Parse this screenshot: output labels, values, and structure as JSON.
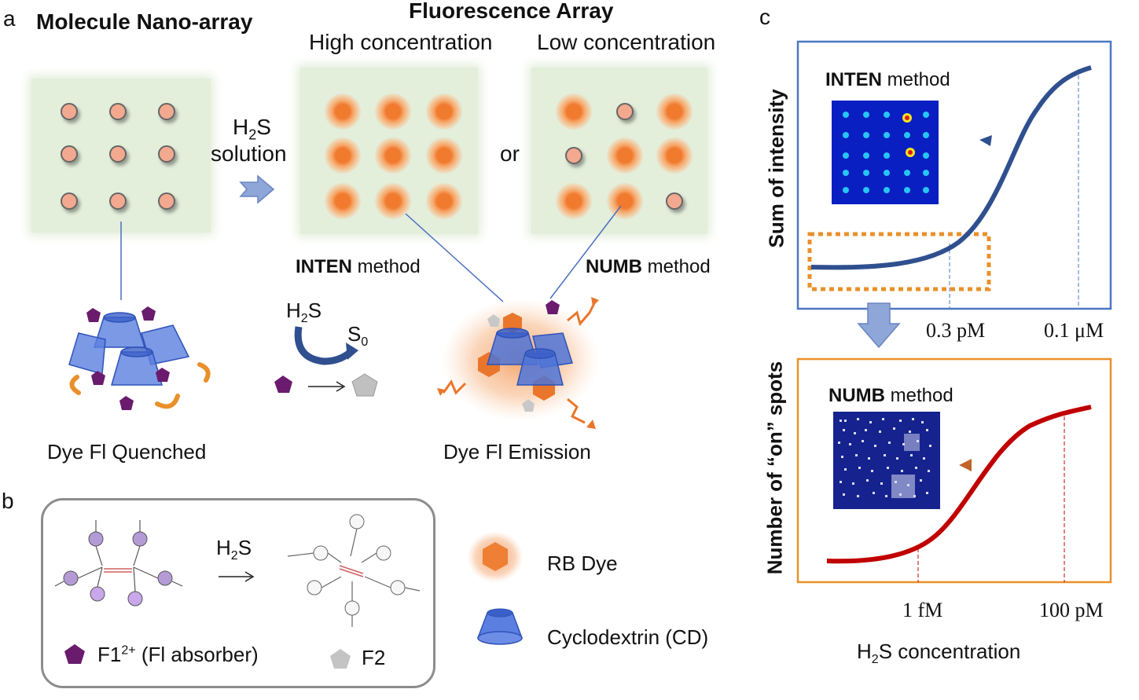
{
  "panel_a": {
    "letter": "a",
    "array_title": "Molecule Nano-array",
    "fluor_title": "Fluorescence Array",
    "high_label": "High concentration",
    "low_label": "Low concentration",
    "h2s_label_main": "H",
    "h2s_sub": "2",
    "h2s_label_tail": "S",
    "solution_label": "solution",
    "or_label": "or",
    "inten_bold": "INTEN",
    "inten_rest": " method",
    "numb_bold": "NUMB",
    "numb_rest": " method",
    "quenched_caption": "Dye Fl Quenched",
    "emission_caption": "Dye Fl Emission",
    "s0_main": "S",
    "s0_sub": "0"
  },
  "panel_b": {
    "letter": "b",
    "reagent_main": "H",
    "reagent_sub": "2",
    "reagent_tail": "S",
    "f1_main": "F1",
    "f1_sup": "2+",
    "f1_rest": " (Fl absorber)",
    "f2_label": "F2",
    "legend_rb": "RB Dye",
    "legend_cd": "Cyclodextrin (CD)"
  },
  "panel_c": {
    "letter": "c",
    "top_ylabel": "Sum of intensity",
    "top_method_bold": "INTEN",
    "top_method_rest": " method",
    "top_tick_1": "0.3 pM",
    "top_tick_2": "0.1 μM",
    "bottom_ylabel": "Number of “on” spots",
    "bottom_method_bold": "NUMB",
    "bottom_method_rest": " method",
    "bottom_tick_1": "1 fM",
    "bottom_tick_2": "100 pM",
    "xlabel_main": "H",
    "xlabel_sub": "2",
    "xlabel_tail": "S concentration"
  },
  "colors": {
    "plate": "#e3eedb",
    "blue_curve": "#2f4f8f",
    "red_curve": "#c00000",
    "orange_frame": "#e9902a",
    "blue_frame": "#4a77c4",
    "cd_blue": "#4f74d6",
    "pentagon_purple": "#6a1b6e",
    "pentagon_gray": "#b5b5b5"
  }
}
